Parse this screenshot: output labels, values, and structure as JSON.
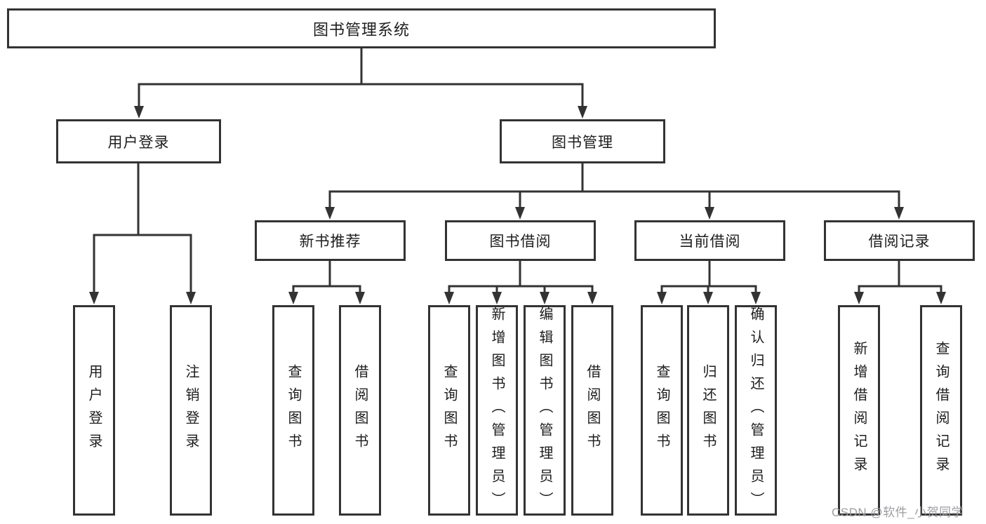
{
  "page": {
    "background": "#ffffff"
  },
  "colors": {
    "line": "#333333",
    "box_border": "#333333",
    "box_background": "#ffffff",
    "text": "#1d1d1d",
    "watermark": "#9d9da2"
  },
  "watermark": {
    "text": "CSDN @软件_小贺同学"
  },
  "tree": {
    "label": "图书管理系统",
    "children": [
      {
        "label": "用户登录",
        "children": [
          {
            "label": "用户登录"
          },
          {
            "label": "注销登录"
          }
        ]
      },
      {
        "label": "图书管理",
        "children": [
          {
            "label": "新书推荐",
            "children": [
              {
                "label": "查询图书"
              },
              {
                "label": "借阅图书"
              }
            ]
          },
          {
            "label": "图书借阅",
            "children": [
              {
                "label": "查询图书"
              },
              {
                "label": "新增图书（管理员）"
              },
              {
                "label": "编辑图书（管理员）"
              },
              {
                "label": "借阅图书"
              }
            ]
          },
          {
            "label": "当前借阅",
            "children": [
              {
                "label": "查询图书"
              },
              {
                "label": "归还图书"
              },
              {
                "label": "确认归还（管理员）"
              }
            ]
          },
          {
            "label": "借阅记录",
            "children": [
              {
                "label": "新增借阅记录"
              },
              {
                "label": "查询借阅记录"
              }
            ]
          }
        ]
      }
    ]
  }
}
